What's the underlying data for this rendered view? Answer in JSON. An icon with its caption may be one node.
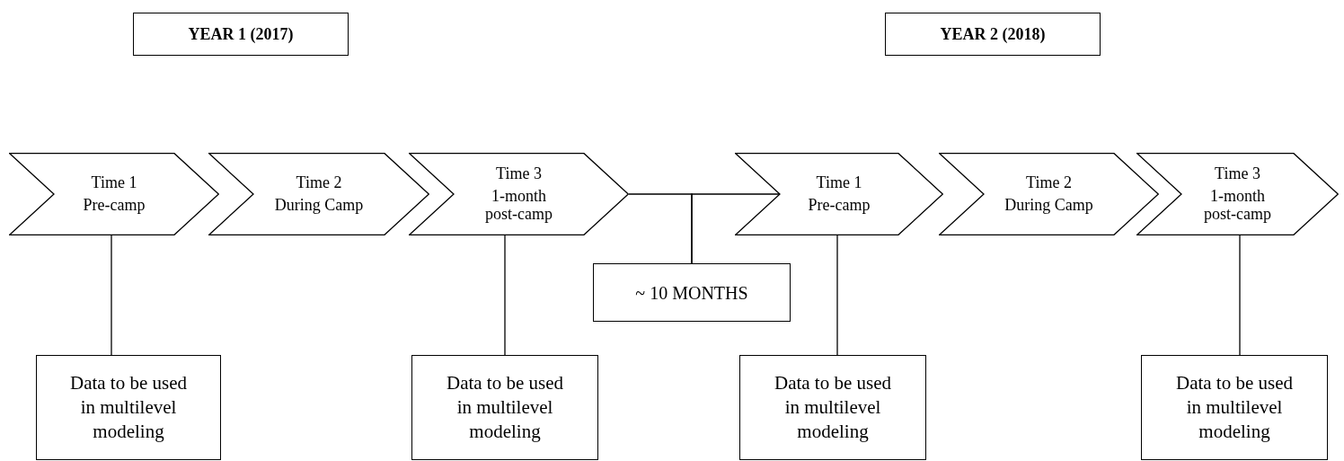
{
  "diagram": {
    "nodes": [
      {
        "text": [
          "YEAR 1 (2017)"
        ]
      },
      {
        "text": [
          "YEAR 2 (2018)"
        ]
      },
      {
        "text": [
          "Time 1",
          "Pre-camp"
        ]
      },
      {
        "text": [
          "Time 2",
          "During Camp"
        ]
      },
      {
        "text": [
          "Time 3",
          "1-month post-camp"
        ]
      },
      {
        "text": [
          "Time 1",
          "Pre-camp"
        ]
      },
      {
        "text": [
          "Time 2",
          "During Camp"
        ]
      },
      {
        "text": [
          "Time 3",
          "1-month post-camp"
        ]
      },
      {
        "text": [
          "~ 10 MONTHS"
        ]
      },
      {
        "text": [
          "Data to be used in multilevel modeling"
        ]
      },
      {
        "text": [
          "Data to be used in multilevel modeling"
        ]
      },
      {
        "text": [
          "Data to be used in multilevel modeling"
        ]
      },
      {
        "text": [
          "Data to be used in multilevel modeling"
        ]
      }
    ],
    "edges": [
      {
        "from": 2,
        "to": 9,
        "arrow": "none"
      },
      {
        "from": 4,
        "to": 10,
        "arrow": "none"
      },
      {
        "from": 4,
        "to": 8,
        "arrow": "none"
      },
      {
        "from": 5,
        "to": 8,
        "arrow": "none"
      },
      {
        "from": 5,
        "to": 11,
        "arrow": "none"
      },
      {
        "from": 7,
        "to": 12,
        "arrow": "none"
      }
    ]
  }
}
